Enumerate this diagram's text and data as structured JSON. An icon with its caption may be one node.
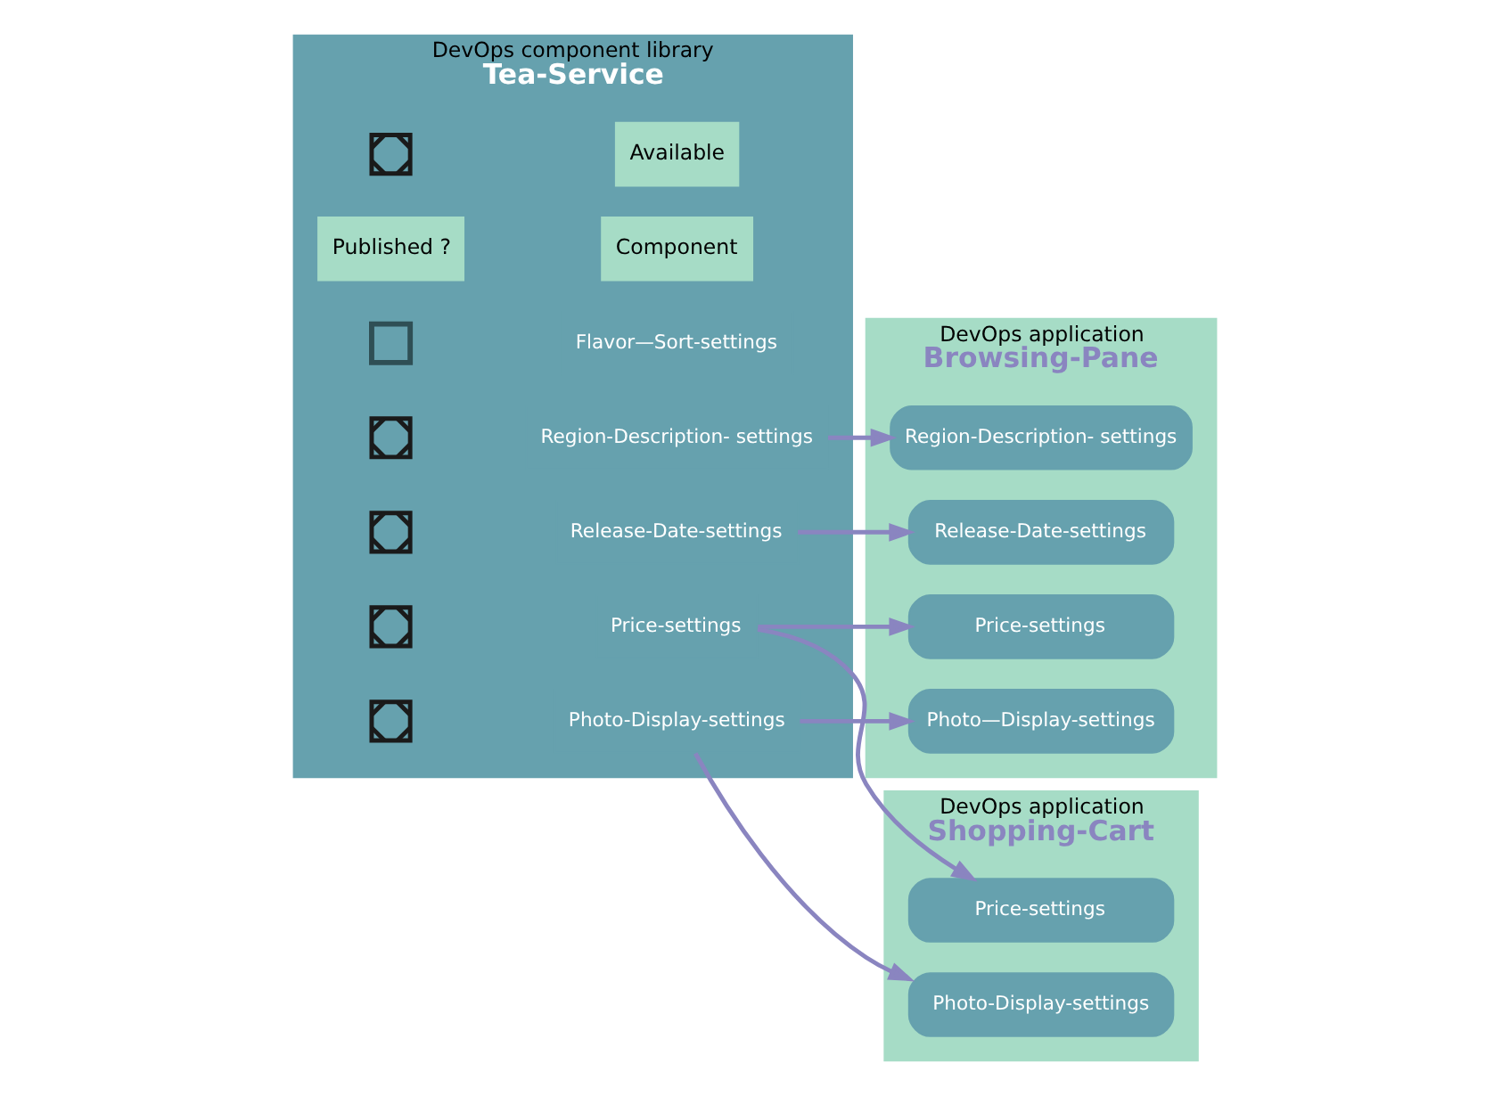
{
  "diagram": {
    "nodes": [
      {
        "text": [
          "DevOps component library",
          "Tea-Service"
        ]
      },
      {
        "text": [],
        "shape": "checkbox",
        "in": 0
      },
      {
        "text": [
          "Available"
        ],
        "in": 0
      },
      {
        "text": [
          "Published ?"
        ],
        "in": 0
      },
      {
        "text": [
          "Component"
        ],
        "in": 0
      },
      {
        "text": [],
        "shape": "box",
        "in": 0
      },
      {
        "text": [
          "Flavor—Sort-settings"
        ],
        "in": 0
      },
      {
        "text": [],
        "shape": "checkbox",
        "in": 0
      },
      {
        "text": [
          "Release-Date-settings"
        ],
        "in": 0
      },
      {
        "text": [],
        "shape": "checkbox",
        "in": 0
      },
      {
        "text": [
          "Price-settings"
        ],
        "in": 0
      },
      {
        "text": [],
        "shape": "checkbox",
        "in": 0
      },
      {
        "text": [
          "Photo-Display-settings"
        ],
        "in": 0
      },
      {
        "text": [],
        "shape": "checkbox",
        "in": 0
      },
      {
        "text": [
          "Region-Description- settings"
        ],
        "in": 0
      },
      {
        "text": [
          "DevOps application",
          "Shopping-Cart"
        ]
      },
      {
        "text": [
          "Price-settings"
        ],
        "in": 15
      },
      {
        "text": [
          "Photo-Display-settings"
        ],
        "in": 15
      },
      {
        "text": [
          "DevOps application",
          "Browsing-Pane"
        ]
      },
      {
        "text": [
          "Release-Date-settings"
        ],
        "in": 18
      },
      {
        "text": [
          "Price-settings"
        ],
        "in": 18
      },
      {
        "text": [
          "Photo—Display-settings"
        ],
        "in": 18
      },
      {
        "text": [
          "Region-Description- settings"
        ],
        "in": 18
      }
    ],
    "edges": [
      {
        "from": 10,
        "to": 16,
        "arrow": "to"
      },
      {
        "from": 12,
        "to": 17,
        "arrow": "to"
      },
      {
        "from": 8,
        "to": 19,
        "arrow": "to"
      },
      {
        "from": 10,
        "to": 20,
        "arrow": "to"
      },
      {
        "from": 12,
        "to": 21,
        "arrow": "to"
      },
      {
        "from": 14,
        "to": 22,
        "arrow": "to"
      }
    ]
  }
}
